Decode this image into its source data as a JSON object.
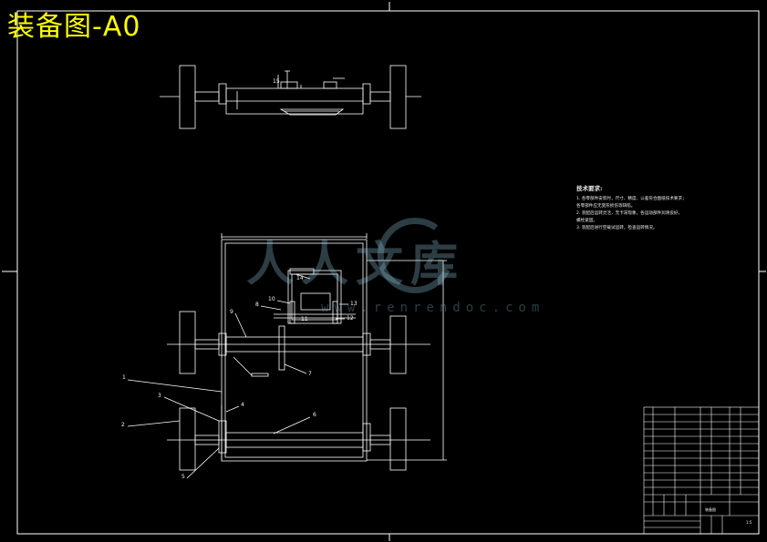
{
  "drawing": {
    "title": "装备图-A0",
    "watermark_text": "人人文库",
    "watermark_url": "www.renrendoc.com"
  },
  "technical_notes": {
    "heading": "技术要求:",
    "lines": [
      "1. 各零部件安装时，尺寸、精度、公差符合图纸技术要求；",
      "各零部件应无变形损伤等缺陷。",
      "2. 装配后运转灵活，无卡滞现象，各运动部件润滑良好，",
      "螺栓紧固。",
      "3. 装配后进行空载试运转，检查运转情况。"
    ]
  },
  "callouts": [
    "1",
    "2",
    "3",
    "4",
    "5",
    "6",
    "7",
    "8",
    "9",
    "10",
    "11",
    "12",
    "13",
    "14",
    "15"
  ],
  "title_block": {
    "drawing_name": "装备图",
    "material": "",
    "scale": "1:5"
  },
  "colors": {
    "background": "#000000",
    "linework": "#ffffff",
    "title": "#ffff00",
    "watermark": "#8cbed2"
  }
}
